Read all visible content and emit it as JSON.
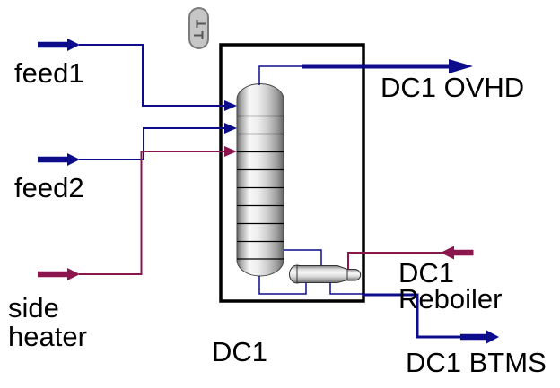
{
  "app": {
    "view": "process-flowsheet",
    "block_name": "DC1"
  },
  "colors": {
    "material_stream": "#0d0d8c",
    "heat_stream": "#8b154d",
    "block_border": "#000000",
    "label_text": "#000000",
    "icon_fill": "#c6c6c6",
    "icon_border": "#7b7b7b",
    "icon_mark": "#565656"
  },
  "icons": {
    "capsule": "thermometer-capsule-icon"
  },
  "labels": {
    "feed1": "feed1",
    "feed2": "feed2",
    "side_heater": "side heater",
    "column_block": "DC1",
    "ovhd_stream": "DC1 OVHD",
    "reboiler_stream": "DC1 Reboiler",
    "btms_stream": "DC1 BTMS"
  }
}
